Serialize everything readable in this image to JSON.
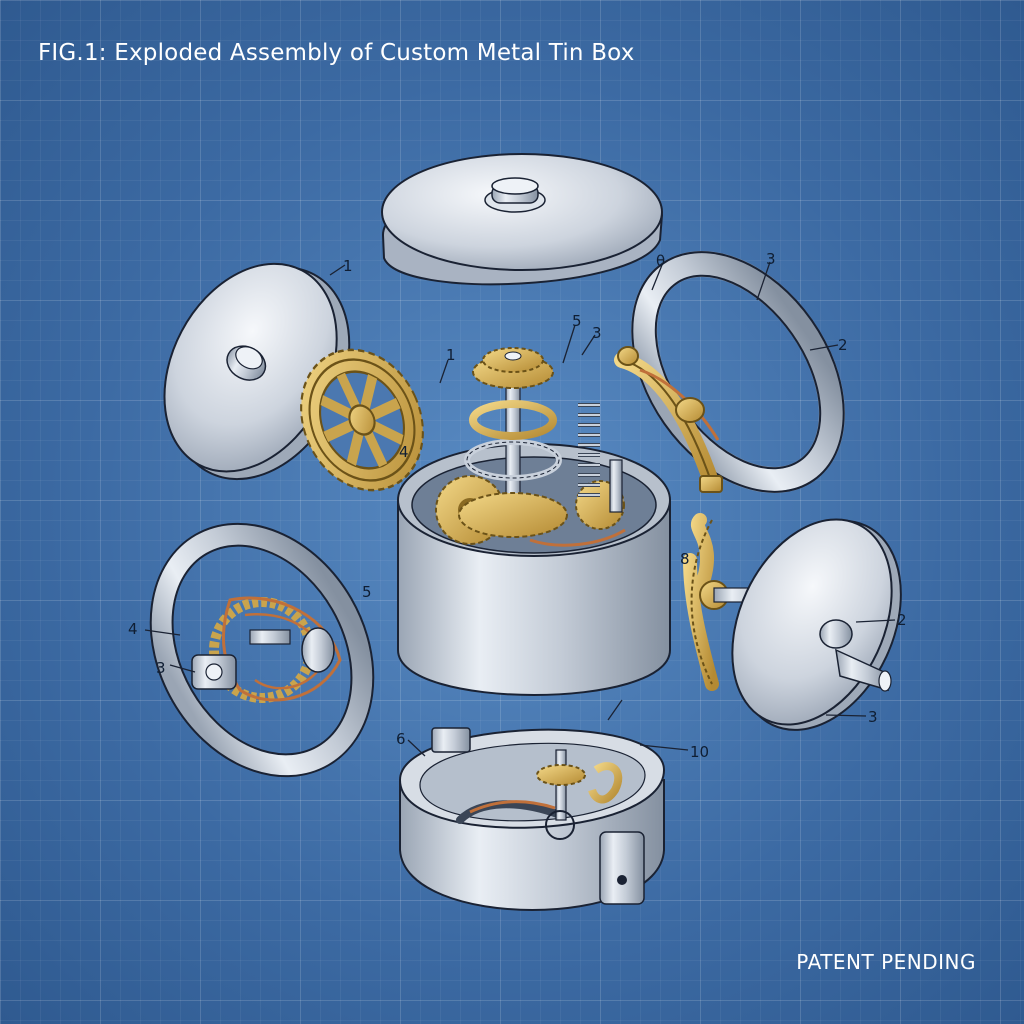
{
  "figure": {
    "title": "FIG.1: Exploded Assembly of Custom Metal Tin Box",
    "footer": "PATENT PENDING"
  },
  "callouts": [
    {
      "id": "c1",
      "text": "1"
    },
    {
      "id": "c2",
      "text": "3"
    },
    {
      "id": "c3",
      "text": "2"
    },
    {
      "id": "c4",
      "text": "θ"
    },
    {
      "id": "c5",
      "text": "5"
    },
    {
      "id": "c6",
      "text": "3"
    },
    {
      "id": "c7",
      "text": "1"
    },
    {
      "id": "c8",
      "text": "4"
    },
    {
      "id": "c9",
      "text": "5"
    },
    {
      "id": "c10",
      "text": "4"
    },
    {
      "id": "c11",
      "text": "3"
    },
    {
      "id": "c12",
      "text": "8"
    },
    {
      "id": "c13",
      "text": "2"
    },
    {
      "id": "c14",
      "text": "3"
    },
    {
      "id": "c15",
      "text": "6"
    },
    {
      "id": "c16",
      "text": "10"
    }
  ],
  "colors": {
    "metal_light": "#eef2f7",
    "metal_mid": "#c8d0db",
    "metal_dark": "#8d98a8",
    "brass": "#d9b45a",
    "brass_dark": "#8a6a22",
    "copper": "#c0703a",
    "ink": "#1a2233"
  }
}
